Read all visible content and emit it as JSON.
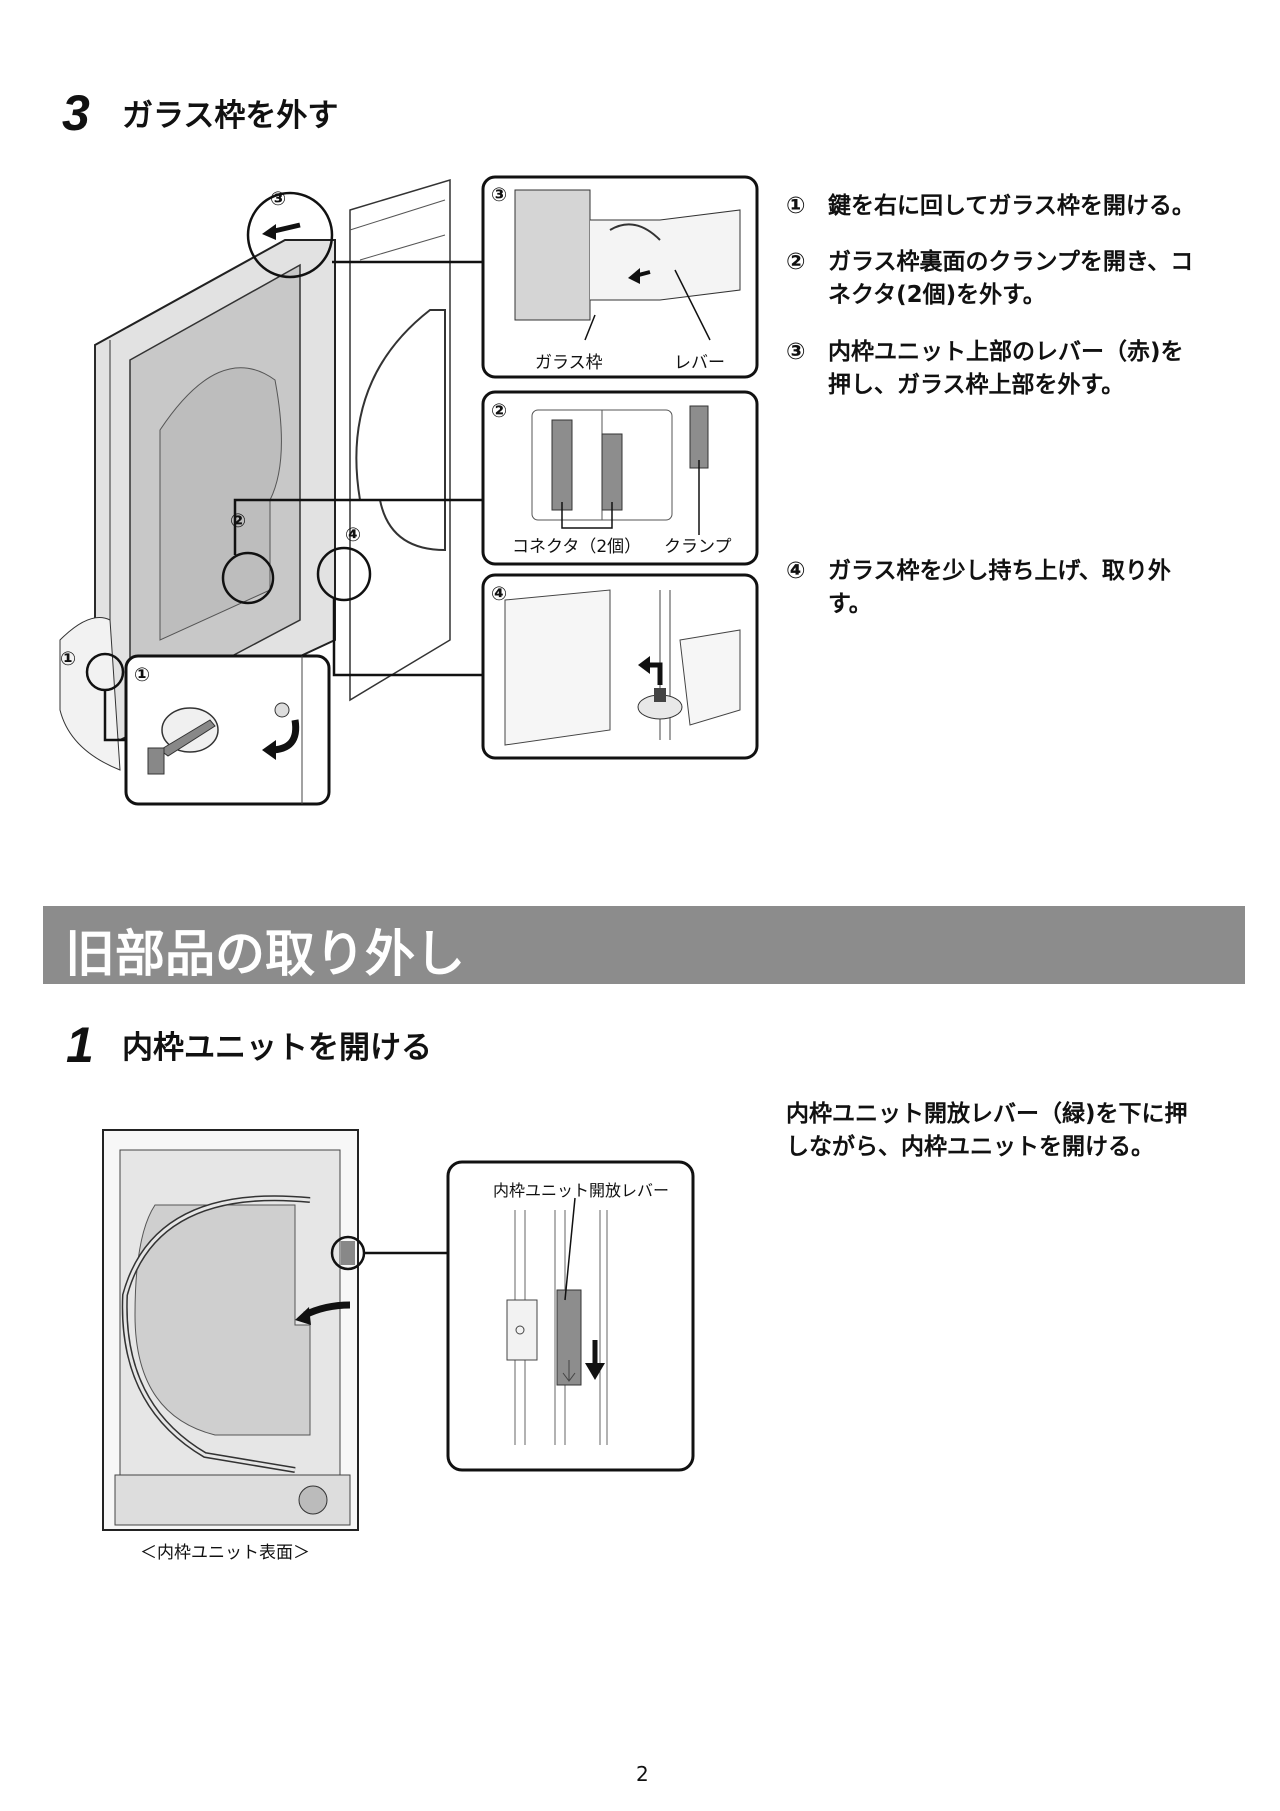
{
  "section3": {
    "step_number": "3",
    "title": "ガラス枠を外す",
    "instructions": [
      {
        "marker": "①",
        "lines": [
          "鍵を右に回してガラス枠を開ける。"
        ]
      },
      {
        "marker": "②",
        "lines": [
          "ガラス枠裏面のクランプを開き、コ",
          "ネクタ(2個)を外す。"
        ]
      },
      {
        "marker": "③",
        "lines": [
          "内枠ユニット上部のレバー（赤)を",
          "押し、ガラス枠上部を外す。"
        ]
      },
      {
        "marker": "④",
        "lines": [
          "ガラス枠を少し持ち上げ、取り外",
          "す。"
        ]
      }
    ],
    "figure": {
      "markers": [
        "①",
        "②",
        "③",
        "④"
      ],
      "detail3_labels": {
        "left": "ガラス枠",
        "right": "レバー"
      },
      "detail2_labels": {
        "left": "コネクタ（2個）",
        "right": "クランプ"
      }
    }
  },
  "banner": {
    "title": "旧部品の取り外し",
    "color": "#8c8c8c"
  },
  "section1": {
    "step_number": "1",
    "title": "内枠ユニットを開ける",
    "instruction_lines": [
      "内枠ユニット開放レバー（緑)を下に押",
      "しながら、内枠ユニットを開ける。"
    ],
    "figure": {
      "caption": "＜内枠ユニット表面＞",
      "detail_label": "内枠ユニット開放レバー"
    }
  },
  "footer": {
    "page_number": "2"
  }
}
